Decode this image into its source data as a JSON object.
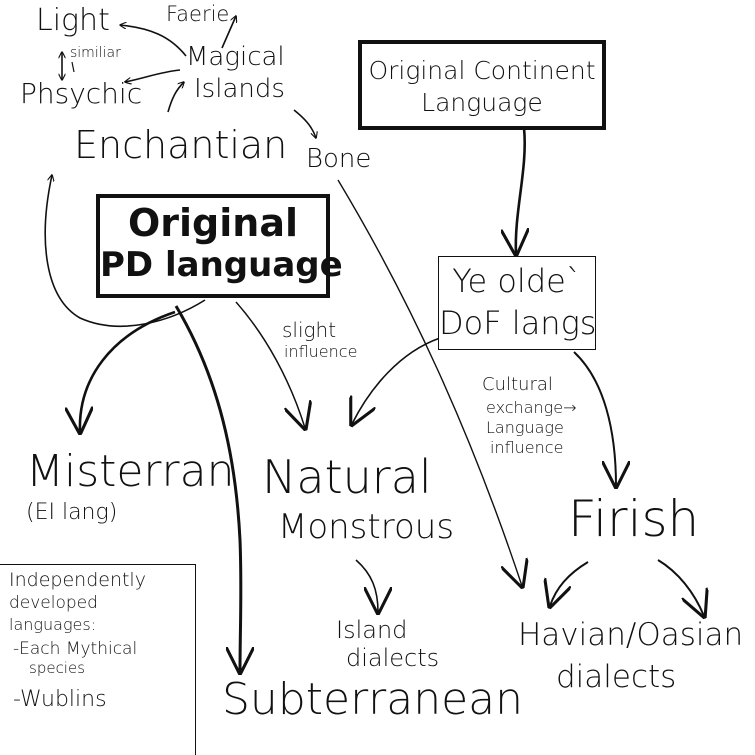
{
  "nodes": {
    "light": "Light",
    "faerie": "Faerie",
    "similiar": "similiar",
    "magical_line1": "Magical",
    "magical_line2": "Islands",
    "phsychic": "Phsychic",
    "enchantian": "Enchantian",
    "bone": "Bone",
    "original_continent_line1": "Original Continent",
    "original_continent_line2": "Language",
    "original_pd_line1": "Original",
    "original_pd_line2": "PD language",
    "ye_olde_line1": "Ye olde`",
    "ye_olde_line2": "DoF langs",
    "slight_line1": "slight",
    "slight_line2": "influence",
    "cultural_line1": "Cultural",
    "cultural_line2": "exchange→",
    "cultural_line3": "Language",
    "cultural_line4": "influence",
    "misterran": "Misterran",
    "ei_lang": "(EI lang)",
    "natural_line1": "Natural",
    "natural_line2": "Monstrous",
    "firish": "Firish",
    "island_line1": "Island",
    "island_line2": "dialects",
    "havian_line1": "Havian/Oasian",
    "havian_line2": "dialects",
    "subterranean": "Subterranean"
  },
  "legend": {
    "line1": "Independently",
    "line2": "developed",
    "line3": "languages:",
    "line4": "-Each Mythical",
    "line5": "species",
    "line6": "-Wublins"
  },
  "colors": {
    "ink": "#111111",
    "paper": "#ffffff"
  }
}
